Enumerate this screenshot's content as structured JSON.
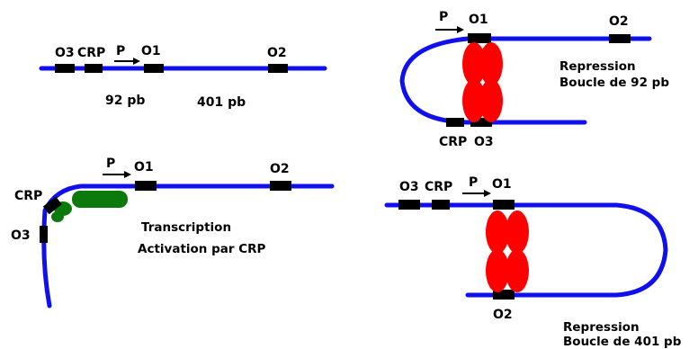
{
  "colors": {
    "dna": "#1010ee",
    "site": "#000000",
    "repressor": "#ff0000",
    "crp_protein": "#0b7a0b",
    "text": "#000000"
  },
  "panel_top_left": {
    "o3": "O3",
    "crp": "CRP",
    "p": "P",
    "o1": "O1",
    "o2": "O2",
    "dist1": "92 pb",
    "dist2": "401 pb"
  },
  "panel_top_right": {
    "p": "P",
    "o1": "O1",
    "o2": "O2",
    "crp": "CRP",
    "o3": "O3",
    "caption_line1": "Repression",
    "caption_line2": "Boucle de 92 pb"
  },
  "panel_bottom_left": {
    "p": "P",
    "o1": "O1",
    "o2": "O2",
    "crp": "CRP",
    "o3": "O3",
    "caption_line1": "Transcription",
    "caption_line2": "Activation par CRP"
  },
  "panel_bottom_right": {
    "o3": "O3",
    "crp": "CRP",
    "p": "P",
    "o1": "O1",
    "o2": "O2",
    "caption_line1": "Repression",
    "caption_line2": "Boucle de 401 pb"
  }
}
